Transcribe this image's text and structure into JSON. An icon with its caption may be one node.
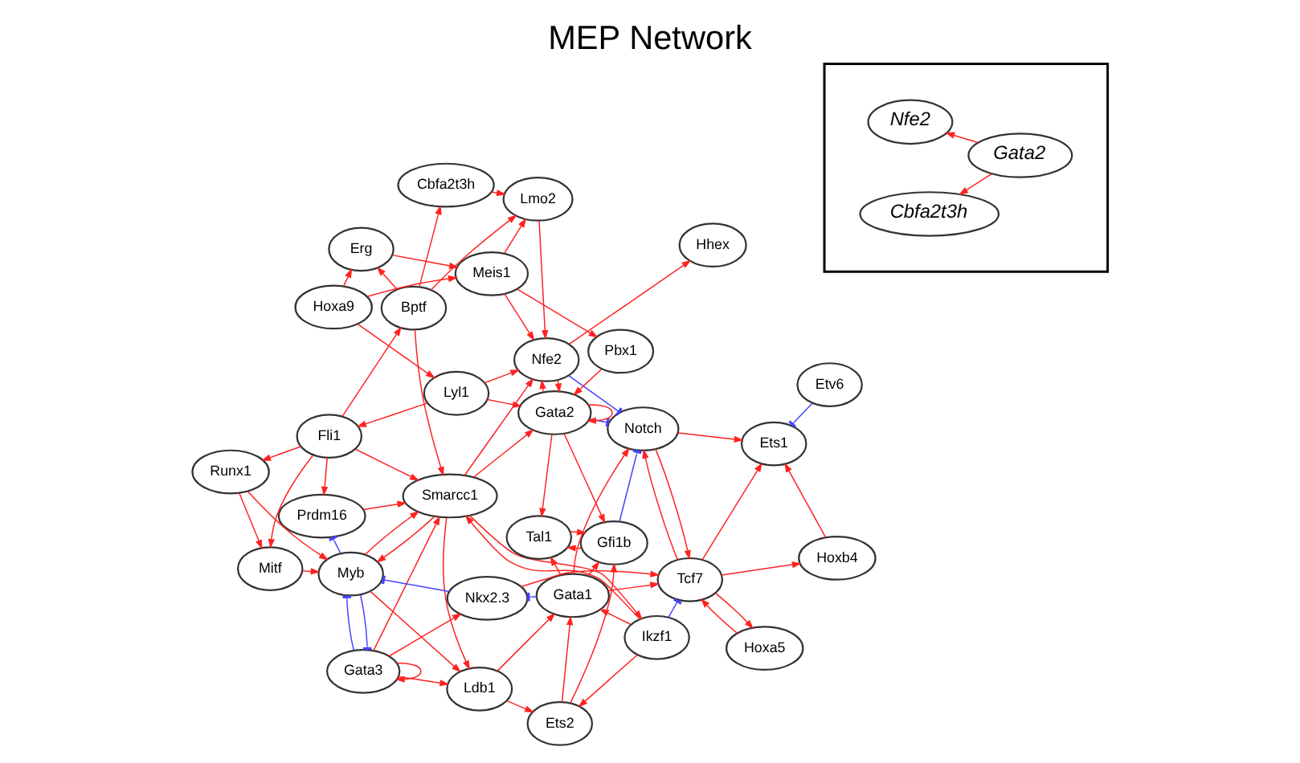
{
  "diagram": {
    "title": "MEP Network",
    "nodes": [
      {
        "text": [
          "Prdm16"
        ]
      },
      {
        "text": [
          "Mitf"
        ]
      },
      {
        "text": [
          "Myb"
        ]
      },
      {
        "text": [
          "Runx1"
        ]
      },
      {
        "text": [
          "Smarcc1"
        ]
      },
      {
        "text": [
          "Fli1"
        ]
      },
      {
        "text": [
          "Gata3"
        ]
      },
      {
        "text": [
          "Hoxa9"
        ]
      },
      {
        "text": [
          "Lyl1"
        ]
      },
      {
        "text": [
          "Ikzf1"
        ]
      },
      {
        "text": [
          "Erg"
        ]
      },
      {
        "text": [
          "Etv6"
        ]
      },
      {
        "text": [
          "Bptf"
        ]
      },
      {
        "text": [
          "Ldb1"
        ]
      },
      {
        "text": [
          "Meis1"
        ]
      },
      {
        "text": [
          "Nkx2.3"
        ]
      },
      {
        "text": [
          "Ets2"
        ]
      },
      {
        "text": [
          "Cbfa2t3h"
        ]
      },
      {
        "text": [
          "Hoxa5"
        ]
      },
      {
        "text": [
          "Lmo2"
        ]
      },
      {
        "text": [
          "Nfe2"
        ]
      },
      {
        "text": [
          "Ets1"
        ]
      },
      {
        "text": [
          "Tcf7"
        ]
      },
      {
        "text": [
          "Gata1"
        ]
      },
      {
        "text": [
          "Pbx1"
        ]
      },
      {
        "text": [
          "Notch"
        ]
      },
      {
        "text": [
          "Gata2"
        ]
      },
      {
        "text": [
          "Hhex"
        ]
      },
      {
        "text": [
          "Hoxb4"
        ]
      },
      {
        "text": [
          "Gfi1b"
        ]
      },
      {
        "text": [
          "Tal1"
        ]
      },
      {
        "text": [],
        "shape": "box"
      },
      {
        "text": [
          "Gata2"
        ],
        "in": 31
      },
      {
        "text": [
          "Cbfa2t3h"
        ],
        "in": 31
      },
      {
        "text": [
          "Nfe2"
        ],
        "in": 31
      }
    ],
    "edges": [
      {
        "from": 2,
        "to": 0,
        "arrow": "other",
        "color": "#4444ff"
      },
      {
        "from": 6,
        "to": 2,
        "arrow": "other",
        "color": "#4444ff"
      },
      {
        "from": 2,
        "to": 6,
        "arrow": "other",
        "color": "#4444ff"
      },
      {
        "from": 15,
        "to": 2,
        "arrow": "other",
        "color": "#4444ff"
      },
      {
        "from": 11,
        "to": 21,
        "arrow": "other",
        "color": "#4444ff"
      },
      {
        "from": 23,
        "to": 15,
        "arrow": "other",
        "color": "#4444ff"
      },
      {
        "from": 9,
        "to": 22,
        "arrow": "other",
        "color": "#4444ff"
      },
      {
        "from": 20,
        "to": 25,
        "arrow": "other",
        "color": "#4444ff"
      },
      {
        "from": 26,
        "to": 25,
        "arrow": "other",
        "color": "#4444ff"
      },
      {
        "from": 29,
        "to": 25,
        "arrow": "other",
        "color": "#4444ff"
      },
      {
        "from": 5,
        "to": 1,
        "arrow": "to"
      },
      {
        "from": 5,
        "to": 3,
        "arrow": "to"
      },
      {
        "from": 5,
        "to": 0,
        "arrow": "to"
      },
      {
        "from": 5,
        "to": 12,
        "arrow": "to"
      },
      {
        "from": 5,
        "to": 4,
        "arrow": "to"
      },
      {
        "from": 3,
        "to": 2,
        "arrow": "to"
      },
      {
        "from": 3,
        "to": 1,
        "arrow": "to"
      },
      {
        "from": 7,
        "to": 10,
        "arrow": "to"
      },
      {
        "from": 7,
        "to": 8,
        "arrow": "to"
      },
      {
        "from": 7,
        "to": 14,
        "arrow": "to"
      },
      {
        "from": 10,
        "to": 14,
        "arrow": "to"
      },
      {
        "from": 8,
        "to": 5,
        "arrow": "to"
      },
      {
        "from": 8,
        "to": 20,
        "arrow": "to"
      },
      {
        "from": 8,
        "to": 26,
        "arrow": "to"
      },
      {
        "from": 4,
        "to": 2,
        "arrow": "to"
      },
      {
        "from": 4,
        "to": 13,
        "arrow": "to"
      },
      {
        "from": 4,
        "to": 9,
        "arrow": "to"
      },
      {
        "from": 4,
        "to": 20,
        "arrow": "to"
      },
      {
        "from": 4,
        "to": 26,
        "arrow": "to"
      },
      {
        "from": 9,
        "to": 4,
        "arrow": "to"
      },
      {
        "from": 9,
        "to": 16,
        "arrow": "to"
      },
      {
        "from": 9,
        "to": 23,
        "arrow": "to"
      },
      {
        "from": 12,
        "to": 4,
        "arrow": "to"
      },
      {
        "from": 12,
        "to": 19,
        "arrow": "to"
      },
      {
        "from": 12,
        "to": 17,
        "arrow": "to"
      },
      {
        "from": 12,
        "to": 10,
        "arrow": "to"
      },
      {
        "from": 6,
        "to": 4,
        "arrow": "to"
      },
      {
        "from": 6,
        "to": 6,
        "arrow": "to"
      },
      {
        "from": 6,
        "to": 13,
        "arrow": "to"
      },
      {
        "from": 6,
        "to": 15,
        "arrow": "to"
      },
      {
        "from": 2,
        "to": 4,
        "arrow": "to"
      },
      {
        "from": 2,
        "to": 13,
        "arrow": "to"
      },
      {
        "from": 1,
        "to": 2,
        "arrow": "to"
      },
      {
        "from": 0,
        "to": 4,
        "arrow": "to"
      },
      {
        "from": 14,
        "to": 20,
        "arrow": "to"
      },
      {
        "from": 14,
        "to": 24,
        "arrow": "to"
      },
      {
        "from": 14,
        "to": 19,
        "arrow": "to"
      },
      {
        "from": 20,
        "to": 26,
        "arrow": "to"
      },
      {
        "from": 20,
        "to": 27,
        "arrow": "to"
      },
      {
        "from": 26,
        "to": 20,
        "arrow": "to"
      },
      {
        "from": 26,
        "to": 26,
        "arrow": "to"
      },
      {
        "from": 26,
        "to": 30,
        "arrow": "to"
      },
      {
        "from": 26,
        "to": 29,
        "arrow": "to"
      },
      {
        "from": 24,
        "to": 26,
        "arrow": "to"
      },
      {
        "from": 19,
        "to": 20,
        "arrow": "to"
      },
      {
        "from": 17,
        "to": 19,
        "arrow": "to"
      },
      {
        "from": 23,
        "to": 22,
        "arrow": "to"
      },
      {
        "from": 23,
        "to": 25,
        "arrow": "to"
      },
      {
        "from": 23,
        "to": 29,
        "arrow": "to"
      },
      {
        "from": 23,
        "to": 30,
        "arrow": "to"
      },
      {
        "from": 29,
        "to": 30,
        "arrow": "to"
      },
      {
        "from": 30,
        "to": 29,
        "arrow": "to"
      },
      {
        "from": 22,
        "to": 18,
        "arrow": "to"
      },
      {
        "from": 22,
        "to": 21,
        "arrow": "to"
      },
      {
        "from": 22,
        "to": 28,
        "arrow": "to"
      },
      {
        "from": 22,
        "to": 25,
        "arrow": "to"
      },
      {
        "from": 25,
        "to": 22,
        "arrow": "to"
      },
      {
        "from": 25,
        "to": 21,
        "arrow": "to"
      },
      {
        "from": 28,
        "to": 21,
        "arrow": "to"
      },
      {
        "from": 18,
        "to": 22,
        "arrow": "to"
      },
      {
        "from": 15,
        "to": 22,
        "arrow": "to"
      },
      {
        "from": 16,
        "to": 23,
        "arrow": "to"
      },
      {
        "from": 16,
        "to": 29,
        "arrow": "to"
      },
      {
        "from": 13,
        "to": 16,
        "arrow": "to"
      },
      {
        "from": 13,
        "to": 23,
        "arrow": "to"
      },
      {
        "from": 32,
        "to": 33,
        "arrow": "to"
      },
      {
        "from": 32,
        "to": 34,
        "arrow": "to"
      }
    ]
  }
}
